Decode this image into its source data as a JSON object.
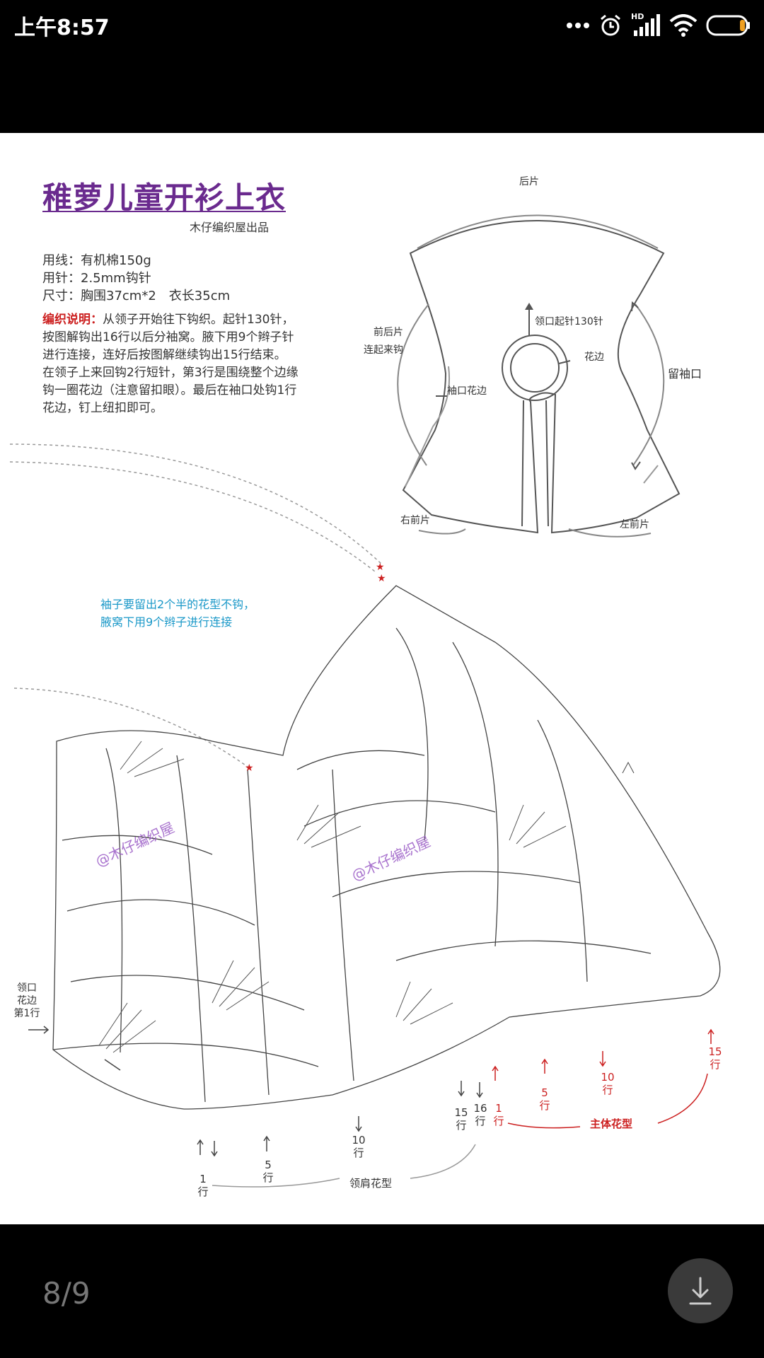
{
  "status_bar": {
    "time": "上午8:57",
    "hd_label": "HD",
    "icons": [
      "more-dots-icon",
      "alarm-icon",
      "signal-icon",
      "wifi-icon",
      "battery-icon"
    ]
  },
  "pattern": {
    "title": "稚萝儿童开衫上衣",
    "subtitle": "木仔编织屋出品",
    "specs": [
      "用线：有机棉150g",
      "用针：2.5mm钩针",
      "尺寸：胸围37cm*2　衣长35cm"
    ],
    "instructions_lead": "编织说明：",
    "instructions_lines": [
      "从领子开始往下钩织。起针130针，",
      "按图解钩出16行以后分袖窝。腋下用9个辫子针",
      "进行连接，连好后按图解继续钩出15行结束。",
      "在领子上来回钩2行短针，第3行是围绕整个边缘",
      "钩一圈花边（注意留扣眼）。最后在袖口处钩1行",
      "花边，钉上纽扣即可。"
    ],
    "diagram_labels": {
      "back": "后片",
      "front_back_1": "前后片",
      "front_back_2": "连起来钩",
      "collar_start": "领口起针130针",
      "edging": "花边",
      "cuff_edging": "袖口花边",
      "sleeve_opening": "留袖口",
      "right_front": "右前片",
      "left_front": "左前片"
    },
    "chart_note": [
      "袖子要留出2个半的花型不钩，",
      "腋窝下用9个辫子进行连接"
    ],
    "collar_row_label": [
      "领口",
      "花边",
      "第1行"
    ],
    "watermark": "@木仔编织屋",
    "yoke_rows": {
      "r1": [
        "1",
        "行"
      ],
      "r5": [
        "5",
        "行"
      ],
      "r10": [
        "10",
        "行"
      ],
      "r15": [
        "15",
        "行"
      ],
      "r16": [
        "16",
        "行"
      ]
    },
    "yoke_label": "领肩花型",
    "body_rows": {
      "r1": [
        "1",
        "行"
      ],
      "r5": [
        "5",
        "行"
      ],
      "r10": [
        "10",
        "行"
      ],
      "r15": [
        "15",
        "行"
      ]
    },
    "body_label": "主体花型"
  },
  "viewer": {
    "page_indicator": "8/9",
    "download_icon": "download-icon"
  },
  "colors": {
    "title": "#6a2a8e",
    "accent_red": "#cc2020",
    "note_blue": "#1a98c8",
    "watermark": "#9b5cc6"
  }
}
